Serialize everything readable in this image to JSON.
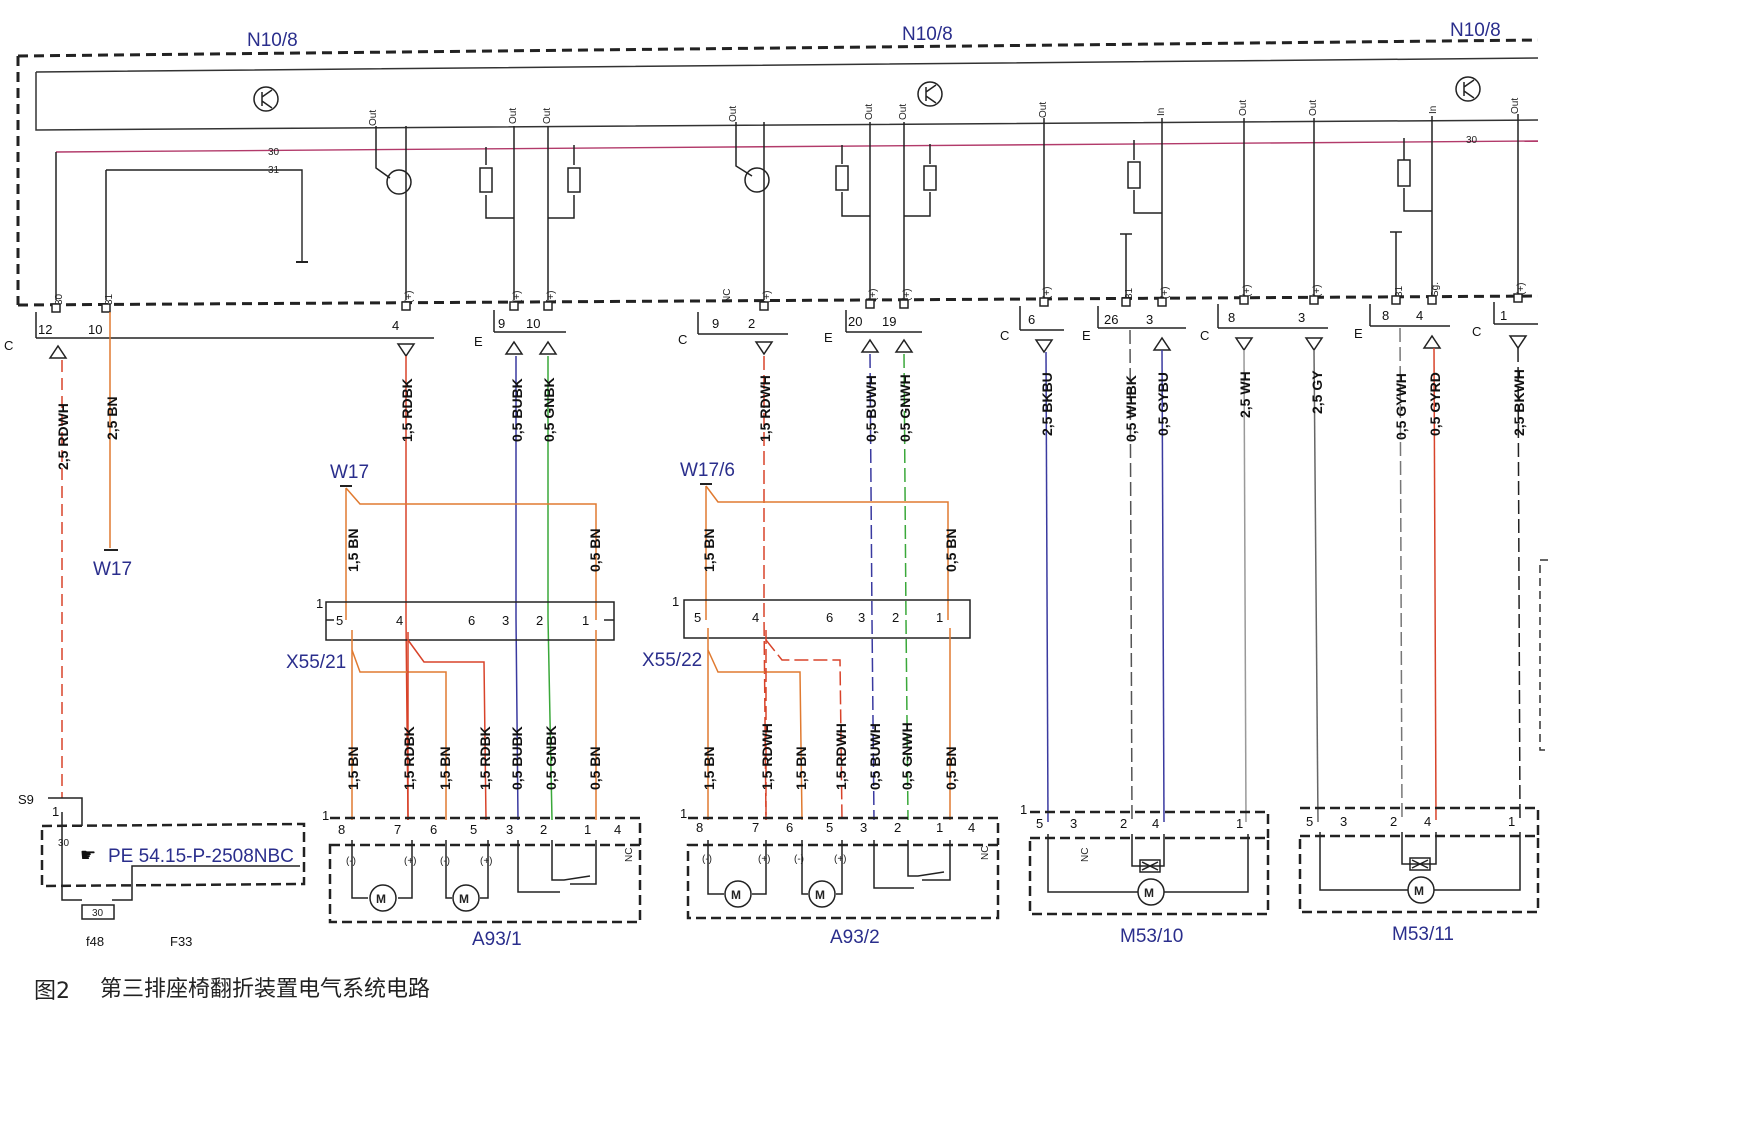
{
  "title_modules": [
    "N10/8",
    "N10/8",
    "N10/8"
  ],
  "bus": {
    "line30": "30",
    "line31": "31"
  },
  "pin_tags": {
    "out": "Out",
    "in": "In",
    "plus": "(+)",
    "minus": "(-)",
    "nc": "NC",
    "sg": "Sg."
  },
  "blocks": [
    "C",
    "E",
    "C",
    "E",
    "C",
    "E",
    "C",
    "E",
    "C"
  ],
  "pins_top": [
    "30",
    "31",
    "(+)",
    "(+)",
    "(+)",
    "NC",
    "(+)",
    "(+)",
    "(+)",
    "(+)",
    "31",
    "(+)",
    "(+)",
    "(+)",
    "31",
    "Sg.",
    "(+)"
  ],
  "pin_numbers": [
    "12",
    "10",
    "4",
    "9",
    "10",
    "9",
    "2",
    "20",
    "19",
    "6",
    "26",
    "3",
    "8",
    "3",
    "8",
    "4",
    "1"
  ],
  "wires_upper": [
    "2,5 RDWH",
    "2,5 BN",
    "1,5 RDBK",
    "0,5 BUBK",
    "0,5 GNBK",
    "1,5 RDWH",
    "0,5 BUWH",
    "0,5 GNWH",
    "2,5 BKBU",
    "0,5 WHBK",
    "0,5 GYBU",
    "2,5 WH",
    "2,5 GY",
    "0,5 GYWH",
    "0,5 GYRD",
    "2,5 BKWH"
  ],
  "ground_left": "W17",
  "splices": [
    "W17",
    "W17/6"
  ],
  "splice_wires": [
    "1,5 BN",
    "0,5 BN",
    "1,5 BN",
    "0,5 BN"
  ],
  "connectors": [
    "X55/21",
    "X55/22"
  ],
  "connector_pins": [
    "5",
    "4",
    "6",
    "3",
    "2",
    "1"
  ],
  "connector_one": "1",
  "wires_lower_1": [
    "1,5 BN",
    "1,5 RDBK",
    "1,5 BN",
    "1,5 RDBK",
    "0,5 BUBK",
    "0,5 GNBK",
    "0,5 BN"
  ],
  "wires_lower_2": [
    "1,5 BN",
    "1,5 RDWH",
    "1,5 BN",
    "1,5 RDWH",
    "0,5 BUWH",
    "0,5 GNWH",
    "0,5 BN"
  ],
  "motor_pins": [
    "8",
    "7",
    "6",
    "5",
    "3",
    "2",
    "1",
    "4"
  ],
  "m53_pins": [
    "5",
    "3",
    "2",
    "4",
    "1"
  ],
  "motor_symbol": "M",
  "components": [
    "A93/1",
    "A93/2",
    "M53/10",
    "M53/11"
  ],
  "fuse": {
    "relay": "S9",
    "pin": "30",
    "pin1": "1",
    "ref": "PE 54.15-P-2508NBC",
    "fuse_val": "30",
    "fuse_name": "f48",
    "box": "F33"
  },
  "caption": {
    "figure": "图2",
    "text": "第三排座椅翻折装置电气系统电路"
  },
  "colors": {
    "ink": "#1a1a1a",
    "blue_text": "#2a2e8c",
    "red_wire": "#d8432a",
    "orange_wire": "#e07a30",
    "green_wire": "#3aa83a",
    "blue_wire": "#3a3aa0"
  }
}
